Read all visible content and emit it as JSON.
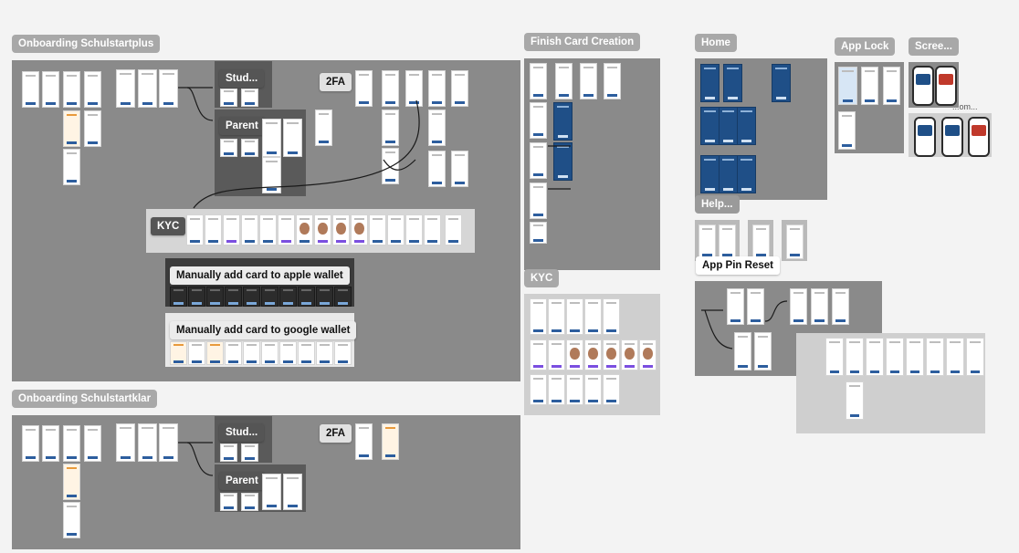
{
  "labels": {
    "onboarding_plus": "Onboarding Schulstartplus",
    "onboarding_klar": "Onboarding Schulstartklar",
    "finish_card": "Finish Card Creation",
    "home": "Home",
    "app_lock": "App Lock",
    "screen_trunc": "Scree...",
    "help_trunc": "Help...",
    "app_pin_reset": "App Pin Reset",
    "kyc_right": "KYC",
    "kyc_inner": "KYC",
    "student_1": "Stud...",
    "parent_1": "Parent",
    "twofa_1": "2FA",
    "student_2": "Stud...",
    "parent_2": "Parent",
    "twofa_2": "2FA",
    "apple_wallet": "Manually add card to apple wallet",
    "google_wallet": "Manually add card to google wallet",
    "truncated_frame": "...om..."
  },
  "colors": {
    "canvas": "#f3f3f3",
    "section": "#8a8a8a",
    "brand_blue": "#1f4f87",
    "accent_purple": "#7b4fe0"
  }
}
